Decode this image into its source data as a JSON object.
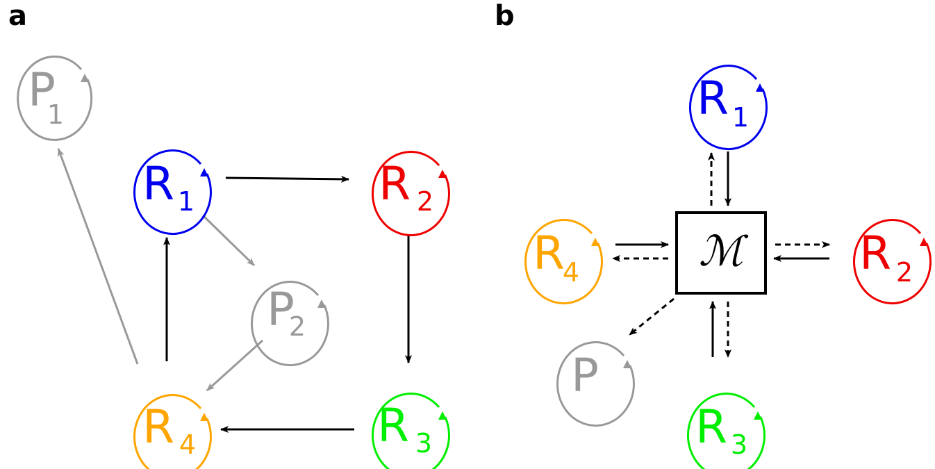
{
  "colors": {
    "R1": "#0000ee",
    "R2": "#ee0000",
    "R3": "#00ee00",
    "R4": "#ffa500",
    "P": "#999999",
    "arrow": "#000000"
  },
  "panel_a": {
    "label": "a",
    "nodes": {
      "P1": {
        "letter": "P",
        "sub": "1"
      },
      "R1": {
        "letter": "R",
        "sub": "1"
      },
      "R2": {
        "letter": "R",
        "sub": "2"
      },
      "P2": {
        "letter": "P",
        "sub": "2"
      },
      "R4": {
        "letter": "R",
        "sub": "4"
      },
      "R3": {
        "letter": "R",
        "sub": "3"
      }
    }
  },
  "panel_b": {
    "label": "b",
    "hub": "ℳ",
    "nodes": {
      "R1": {
        "letter": "R",
        "sub": "1"
      },
      "R4": {
        "letter": "R",
        "sub": "4"
      },
      "R2": {
        "letter": "R",
        "sub": "2"
      },
      "P": {
        "letter": "P",
        "sub": ""
      },
      "R3": {
        "letter": "R",
        "sub": "3"
      }
    }
  }
}
